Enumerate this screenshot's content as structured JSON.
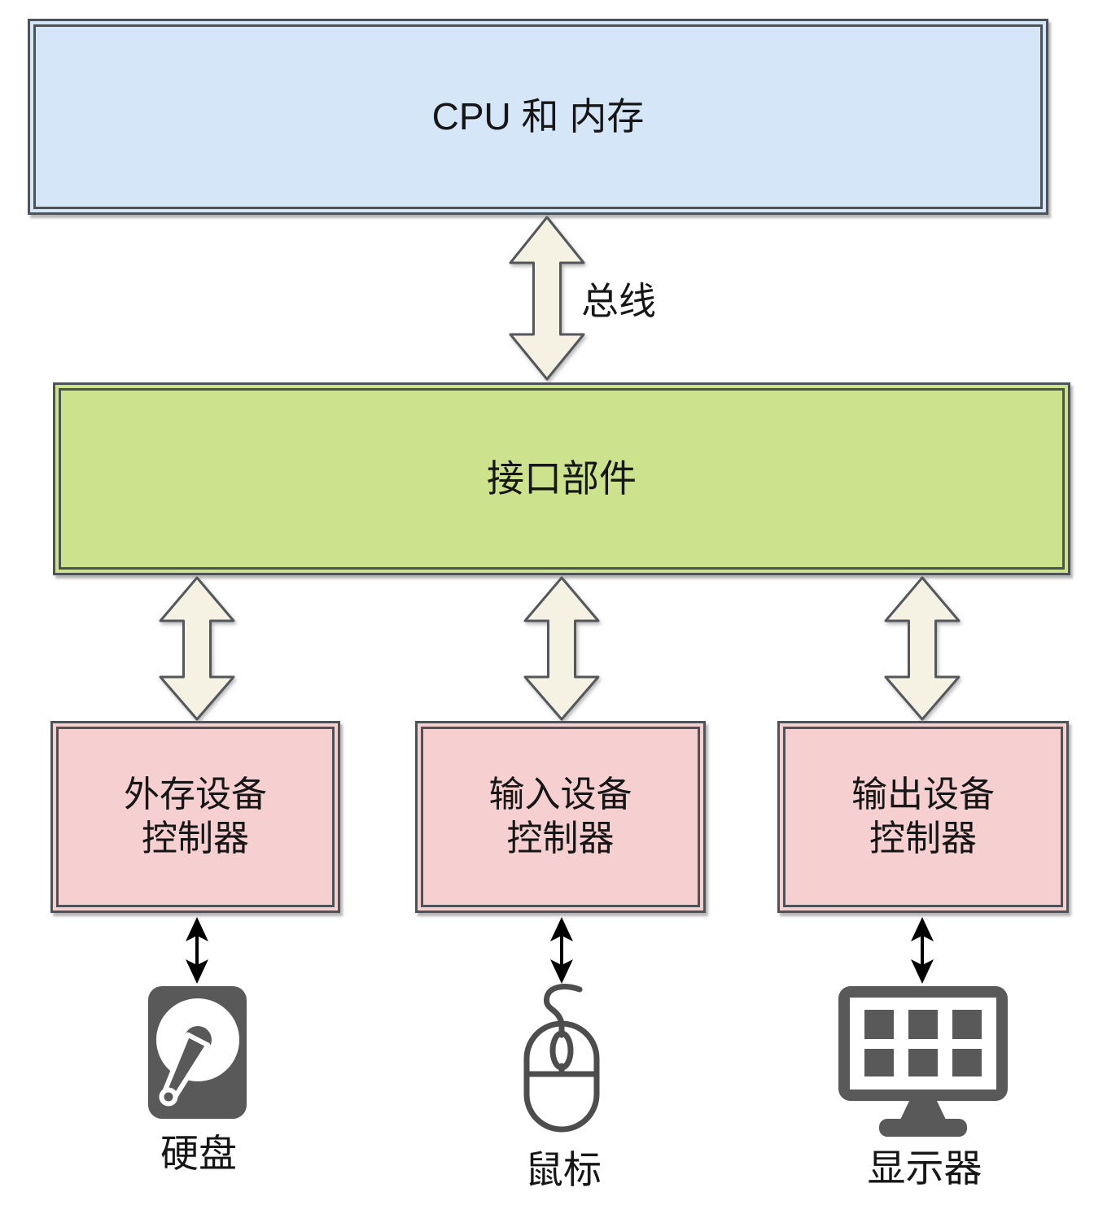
{
  "diagram_title": "computer-architecture-diagram",
  "colors": {
    "background": "#ffffff",
    "box_stroke": "#4e5357",
    "cpu_memory_fill": "#d6e6f9",
    "interface_fill": "#cde28c",
    "controller_fill": "#f6d0d0",
    "big_arrow_fill": "#f5f2e4",
    "big_arrow_stroke": "#54585b",
    "small_arrow_color": "#000000",
    "icon_gray": "#595959",
    "text": "#161616"
  },
  "nodes": {
    "cpu_memory": {
      "label": "CPU 和 内存"
    },
    "interface": {
      "label": "接口部件"
    },
    "storage_controller": {
      "label": "外存设备\n控制器"
    },
    "input_controller": {
      "label": "输入设备\n控制器"
    },
    "output_controller": {
      "label": "输出设备\n控制器"
    }
  },
  "bus": {
    "label": "总线"
  },
  "devices": {
    "disk": {
      "label": "硬盘",
      "icon": "hard-disk-icon"
    },
    "mouse": {
      "label": "鼠标",
      "icon": "mouse-icon"
    },
    "monitor": {
      "label": "显示器",
      "icon": "monitor-icon"
    }
  }
}
